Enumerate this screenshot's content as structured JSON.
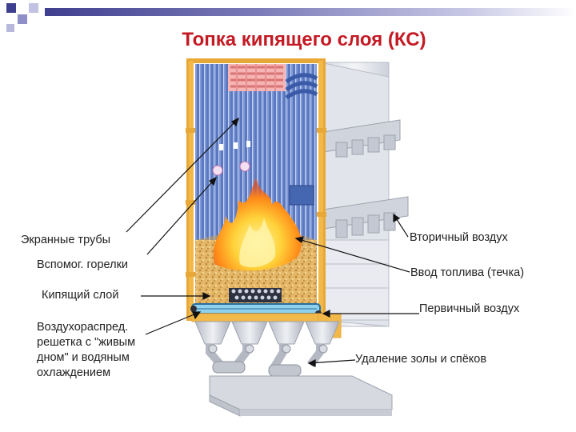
{
  "title": "Топка кипящего слоя (КС)",
  "labels": {
    "screen_tubes": "Экранные трубы",
    "aux_burners": "Вспомог.  горелки",
    "fluidized_bed": "Кипящий слой",
    "air_distributor_1": "Воздухораспред.",
    "air_distributor_2": "решетка с \"живым",
    "air_distributor_3": "дном\" и водяным",
    "air_distributor_4": "охлаждением",
    "secondary_air": "Вторичный воздух",
    "fuel_input": "Ввод топлива (течка)",
    "primary_air": "Первичный воздух",
    "ash_removal": "Удаление золы и спёков"
  },
  "colors": {
    "title": "#c41a24",
    "frame": "#e8a838",
    "tubes": "#6f8fd0",
    "superheater": "#f0a0a0",
    "bed": "#e0b060",
    "flame": "#ff9a20",
    "housing": "#e6e8ee",
    "accent_bar": "#3f3f8f"
  }
}
